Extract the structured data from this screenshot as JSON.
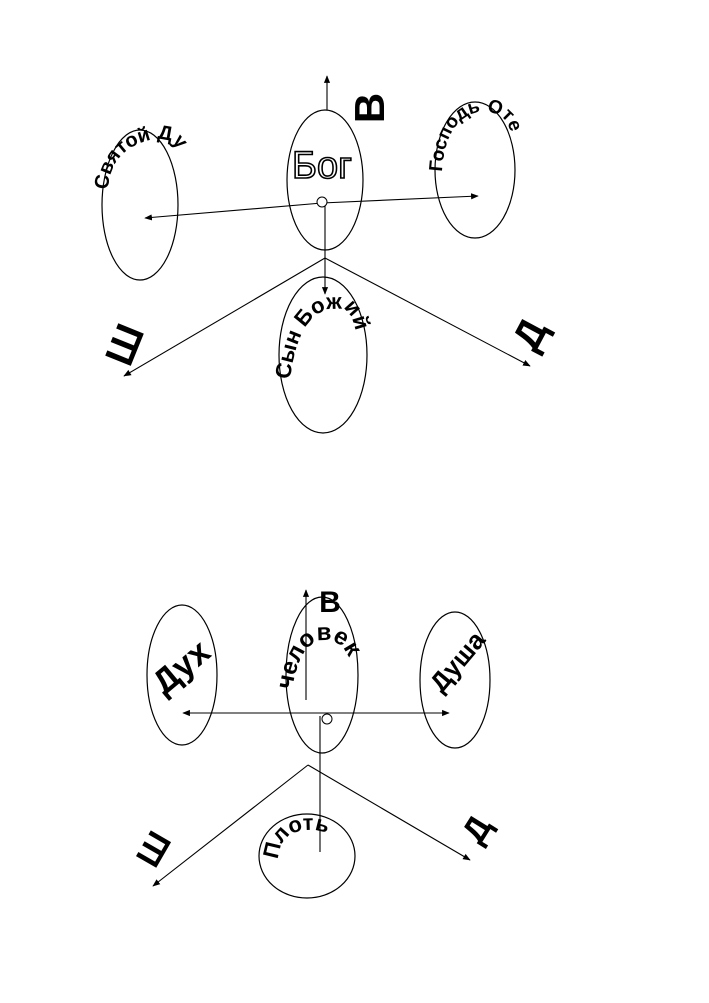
{
  "top_diagram": {
    "center": "Бог",
    "left": "Святой Дух",
    "right": "Господь Отец",
    "bottom": "Сын Божий",
    "axis_up": "В",
    "axis_left": "Ш",
    "axis_right": "Д"
  },
  "bottom_diagram": {
    "center": "человек",
    "left": "Дух",
    "right": "Душа",
    "bottom": "Плоть",
    "axis_up": "В",
    "axis_left": "Ш",
    "axis_right": "Д"
  }
}
